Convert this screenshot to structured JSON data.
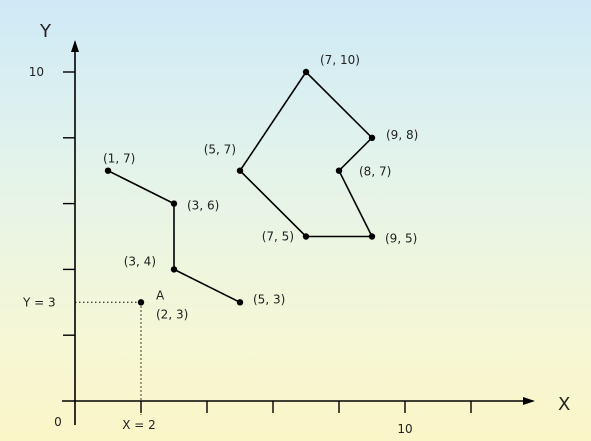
{
  "chart_data": {
    "type": "line",
    "xlabel": "X",
    "ylabel": "Y",
    "origin_label": "0",
    "x_tick_labels": [
      {
        "value": 10,
        "text": "10"
      }
    ],
    "y_tick_labels": [
      {
        "value": 10,
        "text": "10"
      }
    ],
    "x_ticks": [
      2,
      4,
      6,
      8,
      10,
      12
    ],
    "y_ticks": [
      2,
      4,
      6,
      8,
      10
    ],
    "series": [
      {
        "points": [
          {
            "x": 1,
            "y": 7,
            "label": "(1, 7)"
          },
          {
            "x": 3,
            "y": 6,
            "label": "(3, 6)"
          },
          {
            "x": 3,
            "y": 4,
            "label": "(3, 4)"
          },
          {
            "x": 5,
            "y": 3,
            "label": "(5, 3)"
          }
        ]
      },
      {
        "points": [
          {
            "x": 5,
            "y": 7,
            "label": "(5, 7)"
          },
          {
            "x": 7,
            "y": 10,
            "label": "(7, 10)"
          },
          {
            "x": 9,
            "y": 8,
            "label": "(9, 8)"
          },
          {
            "x": 8,
            "y": 7,
            "label": "(8, 7)"
          },
          {
            "x": 9,
            "y": 5,
            "label": "(9, 5)"
          },
          {
            "x": 7,
            "y": 5,
            "label": "(7, 5)"
          },
          {
            "x": 5,
            "y": 7,
            "label": ""
          }
        ]
      }
    ],
    "annotated_point": {
      "x": 2,
      "y": 3,
      "name": "A",
      "label": "(2, 3)",
      "x_guide_label": "X = 2",
      "y_guide_label": "Y = 3"
    }
  }
}
